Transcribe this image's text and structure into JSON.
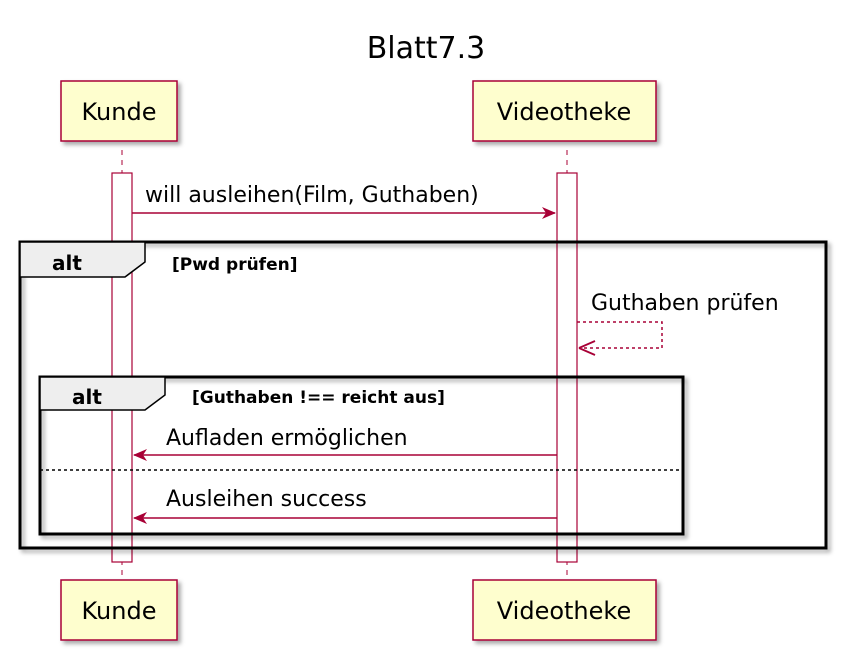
{
  "title": "Blatt7.3",
  "participants": {
    "kunde": "Kunde",
    "videotheke": "Videotheke"
  },
  "messages": {
    "m1": "will ausleihen(Film, Guthaben)",
    "m2": "Guthaben prüfen",
    "m3": "Aufladen ermöglichen",
    "m4": "Ausleihen success"
  },
  "fragments": {
    "outer": {
      "keyword": "alt",
      "guard": "[Pwd prüfen]"
    },
    "inner": {
      "keyword": "alt",
      "guard": "[Guthaben !== reicht aus]"
    }
  },
  "colors": {
    "participant_fill": "#FEFECE",
    "participant_border": "#A80036",
    "line": "#A80036",
    "fragment_border": "#000000",
    "fragment_tab_fill": "#EEEEEE"
  }
}
